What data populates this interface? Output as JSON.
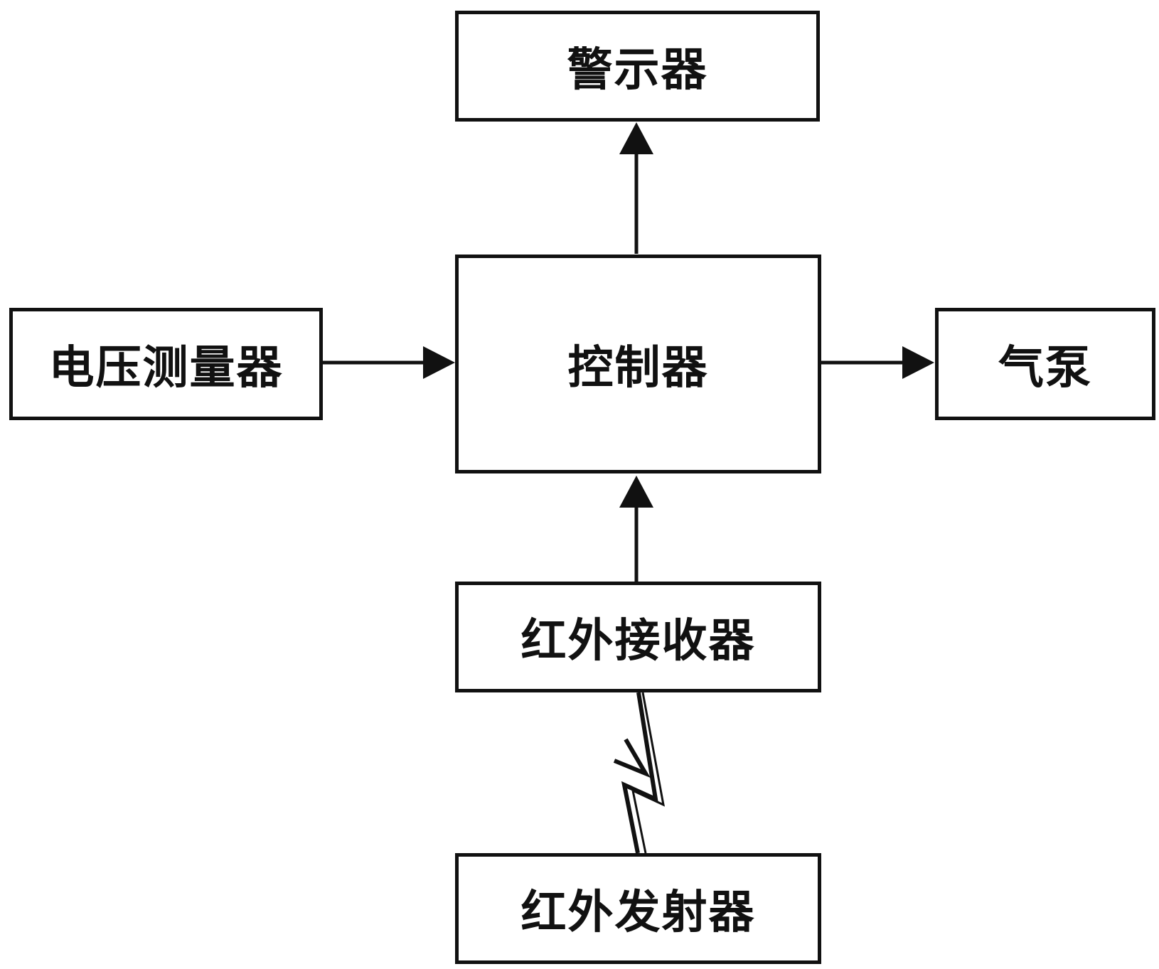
{
  "diagram": {
    "nodes": {
      "alarm": "警示器",
      "voltage_meter": "电压测量器",
      "controller": "控制器",
      "air_pump": "气泵",
      "ir_receiver": "红外接收器",
      "ir_transmitter": "红外发射器"
    },
    "edges": [
      {
        "from": "controller",
        "to": "alarm",
        "type": "arrow"
      },
      {
        "from": "voltage_meter",
        "to": "controller",
        "type": "arrow"
      },
      {
        "from": "controller",
        "to": "air_pump",
        "type": "arrow"
      },
      {
        "from": "ir_receiver",
        "to": "controller",
        "type": "arrow"
      },
      {
        "from": "ir_transmitter",
        "to": "ir_receiver",
        "type": "wireless"
      }
    ],
    "colors": {
      "stroke": "#111111",
      "background": "#ffffff"
    }
  }
}
